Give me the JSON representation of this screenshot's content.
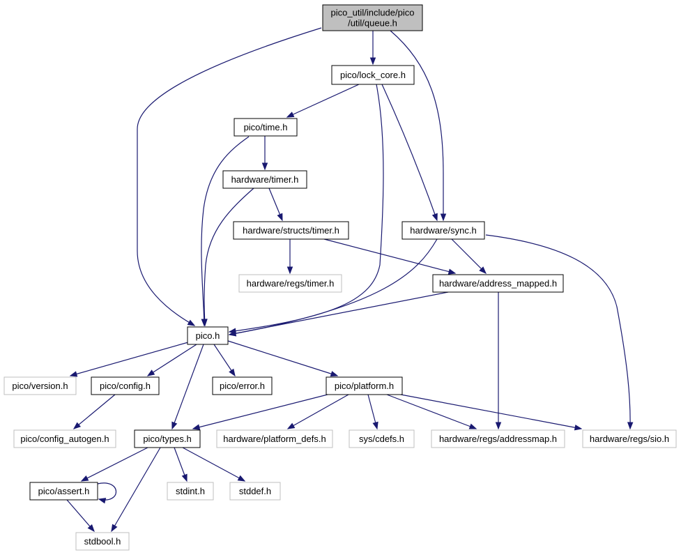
{
  "colors": {
    "edge": "#191970",
    "root_fill": "#bfbfbf",
    "node_border": "#000000",
    "external_border": "#bfbfbf"
  },
  "nodes": [
    {
      "id": "queue",
      "lines": [
        "pico_util/include/pico",
        "/util/queue.h"
      ],
      "kind": "root"
    },
    {
      "id": "lock_core",
      "lines": [
        "pico/lock_core.h"
      ],
      "kind": "local"
    },
    {
      "id": "time",
      "lines": [
        "pico/time.h"
      ],
      "kind": "local"
    },
    {
      "id": "hw_timer",
      "lines": [
        "hardware/timer.h"
      ],
      "kind": "local"
    },
    {
      "id": "structs_timer",
      "lines": [
        "hardware/structs/timer.h"
      ],
      "kind": "local"
    },
    {
      "id": "sync",
      "lines": [
        "hardware/sync.h"
      ],
      "kind": "local"
    },
    {
      "id": "regs_timer",
      "lines": [
        "hardware/regs/timer.h"
      ],
      "kind": "external"
    },
    {
      "id": "address_mapped",
      "lines": [
        "hardware/address_mapped.h"
      ],
      "kind": "local"
    },
    {
      "id": "pico",
      "lines": [
        "pico.h"
      ],
      "kind": "local"
    },
    {
      "id": "version",
      "lines": [
        "pico/version.h"
      ],
      "kind": "external"
    },
    {
      "id": "config",
      "lines": [
        "pico/config.h"
      ],
      "kind": "local"
    },
    {
      "id": "error",
      "lines": [
        "pico/error.h"
      ],
      "kind": "local"
    },
    {
      "id": "platform",
      "lines": [
        "pico/platform.h"
      ],
      "kind": "local"
    },
    {
      "id": "config_autogen",
      "lines": [
        "pico/config_autogen.h"
      ],
      "kind": "external"
    },
    {
      "id": "types",
      "lines": [
        "pico/types.h"
      ],
      "kind": "local"
    },
    {
      "id": "platform_defs",
      "lines": [
        "hardware/platform_defs.h"
      ],
      "kind": "external"
    },
    {
      "id": "cdefs",
      "lines": [
        "sys/cdefs.h"
      ],
      "kind": "external"
    },
    {
      "id": "addressmap",
      "lines": [
        "hardware/regs/addressmap.h"
      ],
      "kind": "external"
    },
    {
      "id": "sio",
      "lines": [
        "hardware/regs/sio.h"
      ],
      "kind": "external"
    },
    {
      "id": "assert",
      "lines": [
        "pico/assert.h"
      ],
      "kind": "local"
    },
    {
      "id": "stdint",
      "lines": [
        "stdint.h"
      ],
      "kind": "external"
    },
    {
      "id": "stddef",
      "lines": [
        "stddef.h"
      ],
      "kind": "external"
    },
    {
      "id": "stdbool",
      "lines": [
        "stdbool.h"
      ],
      "kind": "external"
    }
  ],
  "edges": [
    {
      "from": "queue",
      "to": "lock_core"
    },
    {
      "from": "queue",
      "to": "pico"
    },
    {
      "from": "queue",
      "to": "sync"
    },
    {
      "from": "lock_core",
      "to": "time"
    },
    {
      "from": "lock_core",
      "to": "pico"
    },
    {
      "from": "lock_core",
      "to": "sync"
    },
    {
      "from": "time",
      "to": "hw_timer"
    },
    {
      "from": "time",
      "to": "pico"
    },
    {
      "from": "hw_timer",
      "to": "structs_timer"
    },
    {
      "from": "hw_timer",
      "to": "pico"
    },
    {
      "from": "structs_timer",
      "to": "regs_timer"
    },
    {
      "from": "structs_timer",
      "to": "address_mapped"
    },
    {
      "from": "sync",
      "to": "pico"
    },
    {
      "from": "sync",
      "to": "address_mapped"
    },
    {
      "from": "sync",
      "to": "sio"
    },
    {
      "from": "address_mapped",
      "to": "pico"
    },
    {
      "from": "address_mapped",
      "to": "addressmap"
    },
    {
      "from": "pico",
      "to": "version"
    },
    {
      "from": "pico",
      "to": "config"
    },
    {
      "from": "pico",
      "to": "error"
    },
    {
      "from": "pico",
      "to": "platform"
    },
    {
      "from": "pico",
      "to": "types"
    },
    {
      "from": "config",
      "to": "config_autogen"
    },
    {
      "from": "platform",
      "to": "types"
    },
    {
      "from": "platform",
      "to": "platform_defs"
    },
    {
      "from": "platform",
      "to": "cdefs"
    },
    {
      "from": "platform",
      "to": "addressmap"
    },
    {
      "from": "platform",
      "to": "sio"
    },
    {
      "from": "types",
      "to": "assert"
    },
    {
      "from": "types",
      "to": "stdint"
    },
    {
      "from": "types",
      "to": "stddef"
    },
    {
      "from": "types",
      "to": "stdbool"
    },
    {
      "from": "assert",
      "to": "assert"
    },
    {
      "from": "assert",
      "to": "stdbool"
    }
  ]
}
